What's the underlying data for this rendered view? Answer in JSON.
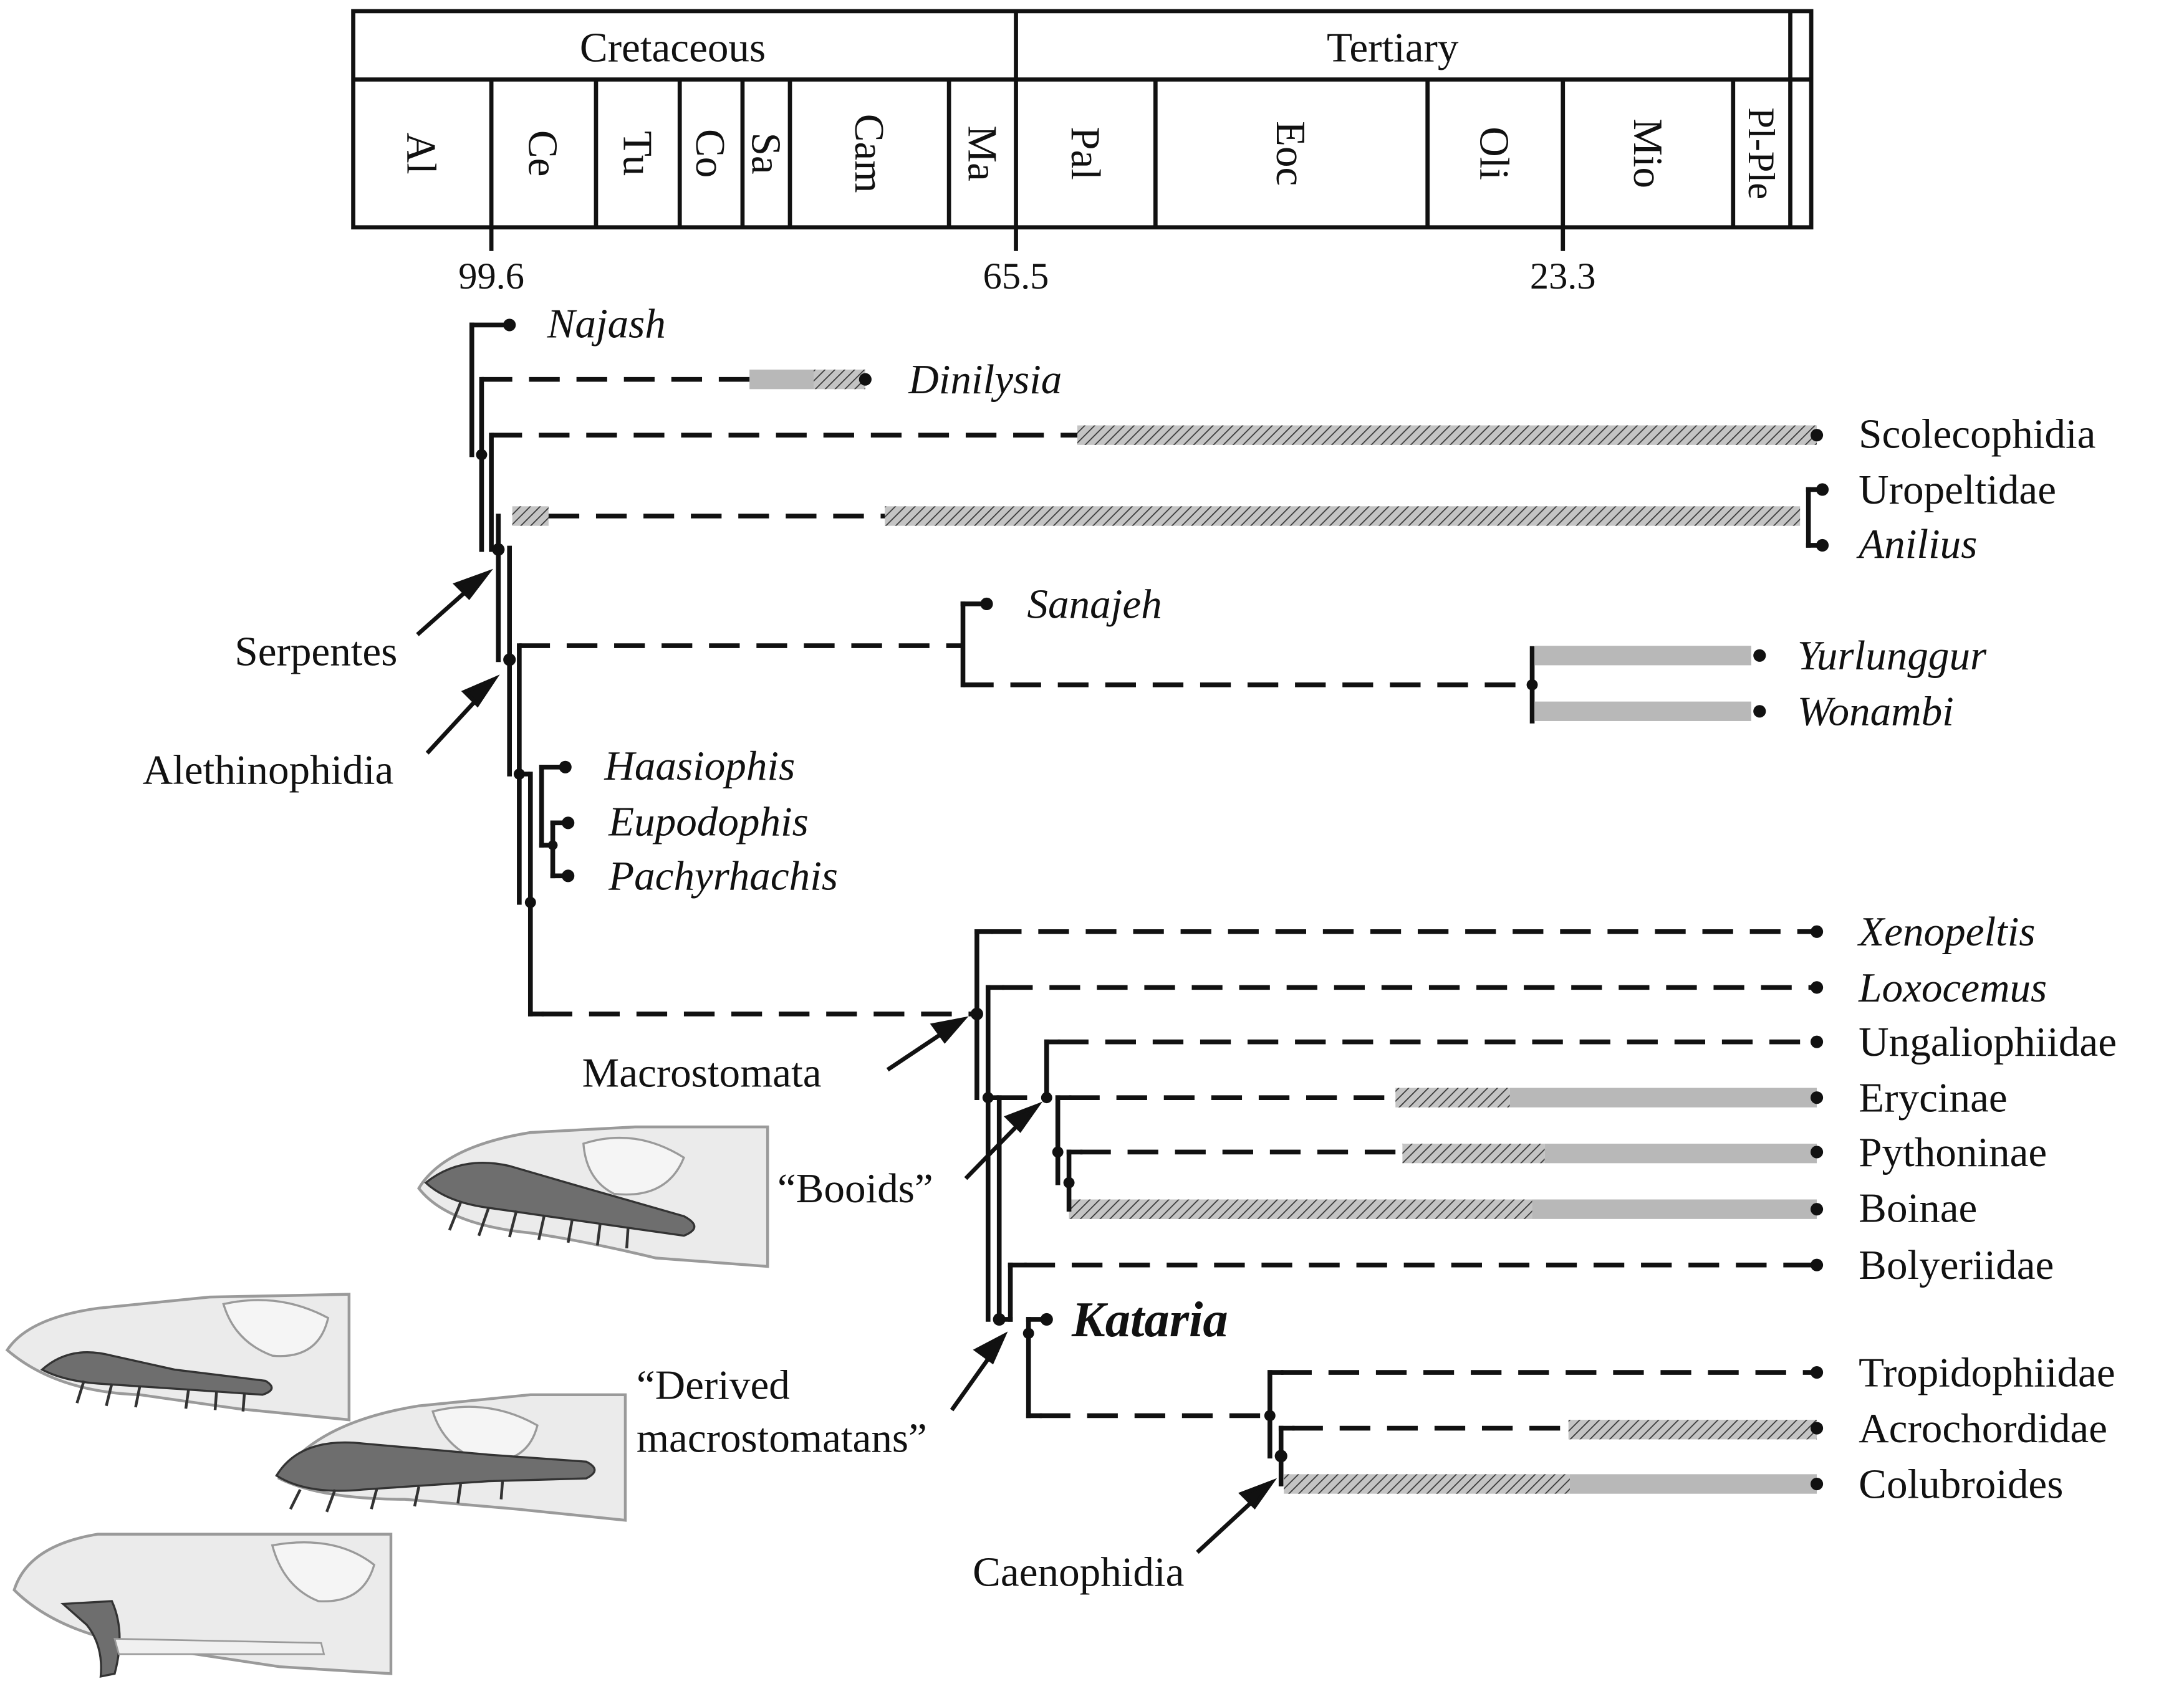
{
  "timescale": {
    "periods": [
      "Cretaceous",
      "Tertiary"
    ],
    "stages": [
      "Al",
      "Ce",
      "Tu",
      "Co",
      "Sa",
      "Cam",
      "Ma",
      "Pal",
      "Eoc",
      "Oli",
      "Mio",
      "Pl-Ple"
    ],
    "ticks": [
      "99.6",
      "65.5",
      "23.3"
    ]
  },
  "taxa": {
    "najash": "Najash",
    "dinilysia": "Dinilysia",
    "scolecophidia": "Scolecophidia",
    "uropeltidae": "Uropeltidae",
    "anilius": "Anilius",
    "sanajeh": "Sanajeh",
    "yurlunggur": "Yurlunggur",
    "wonambi": "Wonambi",
    "haasiophis": "Haasiophis",
    "eupodophis": "Eupodophis",
    "pachyrhachis": "Pachyrhachis",
    "xenopeltis": "Xenopeltis",
    "loxocemus": "Loxocemus",
    "ungaliophiidae": "Ungaliophiidae",
    "erycinae": "Erycinae",
    "pythoninae": "Pythoninae",
    "boinae": "Boinae",
    "bolyeriidae": "Bolyeriidae",
    "kataria": "Kataria",
    "tropidophiidae": "Tropidophiidae",
    "acrochordidae": "Acrochordidae",
    "colubroides": "Colubroides"
  },
  "clades": {
    "serpentes": "Serpentes",
    "alethinophidia": "Alethinophidia",
    "macrostomata": "Macrostomata",
    "booids": "“Booids”",
    "derived_line1": "“Derived",
    "derived_line2": "macrostomatans”",
    "caenophidia": "Caenophidia"
  },
  "colors": {
    "line": "#111111",
    "range_gray": "#b8b8b8",
    "hatch_bg": "#c4c4c4",
    "hatch_line": "#3a3a3a",
    "skull_outline": "#9a9a9a",
    "skull_fill": "#ebebeb",
    "jaw_fill": "#6e6e6e"
  }
}
